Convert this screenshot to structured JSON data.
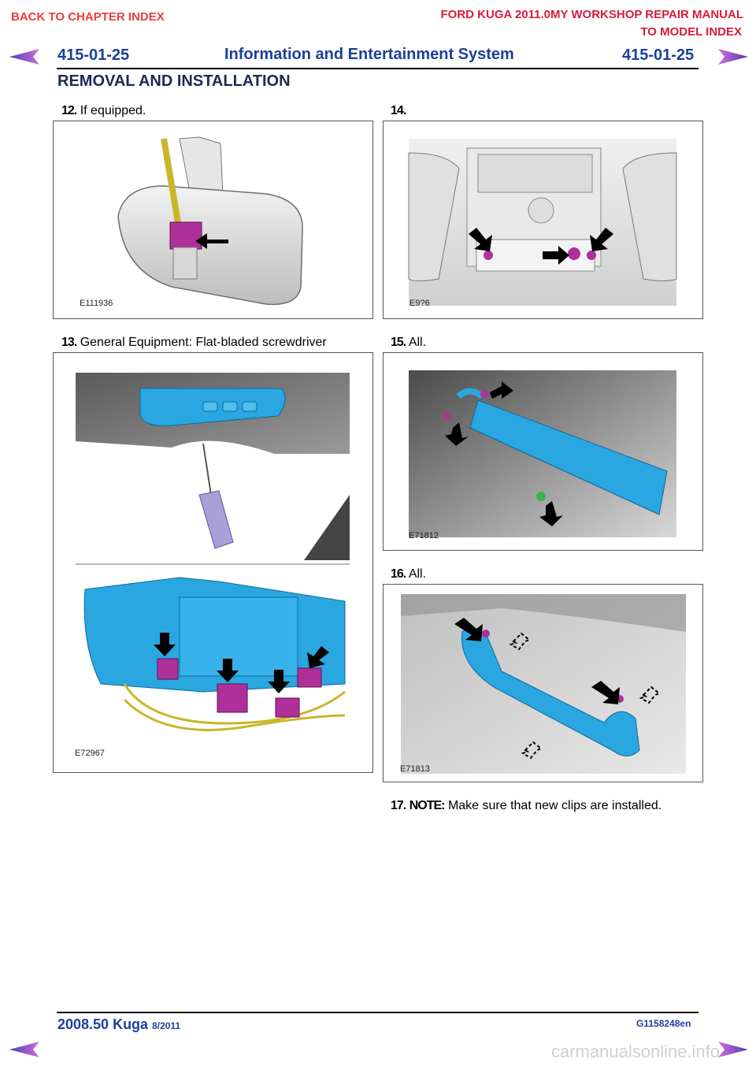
{
  "nav": {
    "back_chapter": "BACK TO CHAPTER INDEX",
    "manual_title": "FORD KUGA 2011.0MY WORKSHOP REPAIR MANUAL",
    "model_index": "TO MODEL INDEX"
  },
  "header": {
    "page_left": "415-01-25",
    "title": "Information and Entertainment System",
    "page_right": "415-01-25",
    "section": "REMOVAL AND INSTALLATION"
  },
  "steps": [
    {
      "num": "12.",
      "text": "If equipped.",
      "figure": "E111936"
    },
    {
      "num": "13.",
      "text": "General Equipment: Flat-bladed screwdriver",
      "figure": "E72967"
    },
    {
      "num": "14.",
      "text": "",
      "figure": "E9?6"
    },
    {
      "num": "15.",
      "text": "All.",
      "figure": "E71812"
    },
    {
      "num": "16.",
      "text": "All.",
      "figure": "E71813"
    },
    {
      "num": "17.",
      "note_label": "NOTE:",
      "text": "Make sure that new clips are installed."
    }
  ],
  "footer": {
    "model": "2008.50 Kuga",
    "date": "8/2011",
    "code": "G1158248en",
    "watermark": "carmanualsonline.info"
  },
  "colors": {
    "nav_red": "#ee3b3b",
    "header_blue": "#1d3f9a",
    "part_blue": "#2aa6e0",
    "connector_magenta": "#b0309a",
    "wire_yellow": "#d6c232"
  }
}
